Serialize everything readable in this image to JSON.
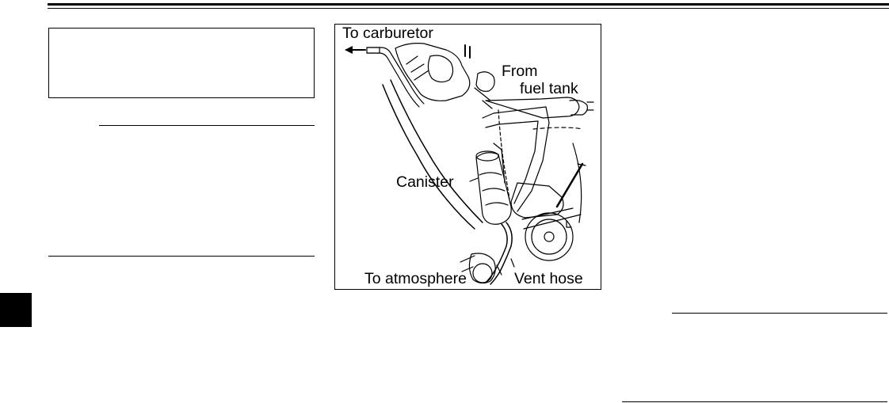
{
  "figure": {
    "labels": {
      "to_carburetor": "To carburetor",
      "from": "From",
      "fuel_tank": "fuel tank",
      "canister": "Canister",
      "to_atmosphere": "To atmosphere",
      "vent_hose": "Vent hose"
    }
  }
}
